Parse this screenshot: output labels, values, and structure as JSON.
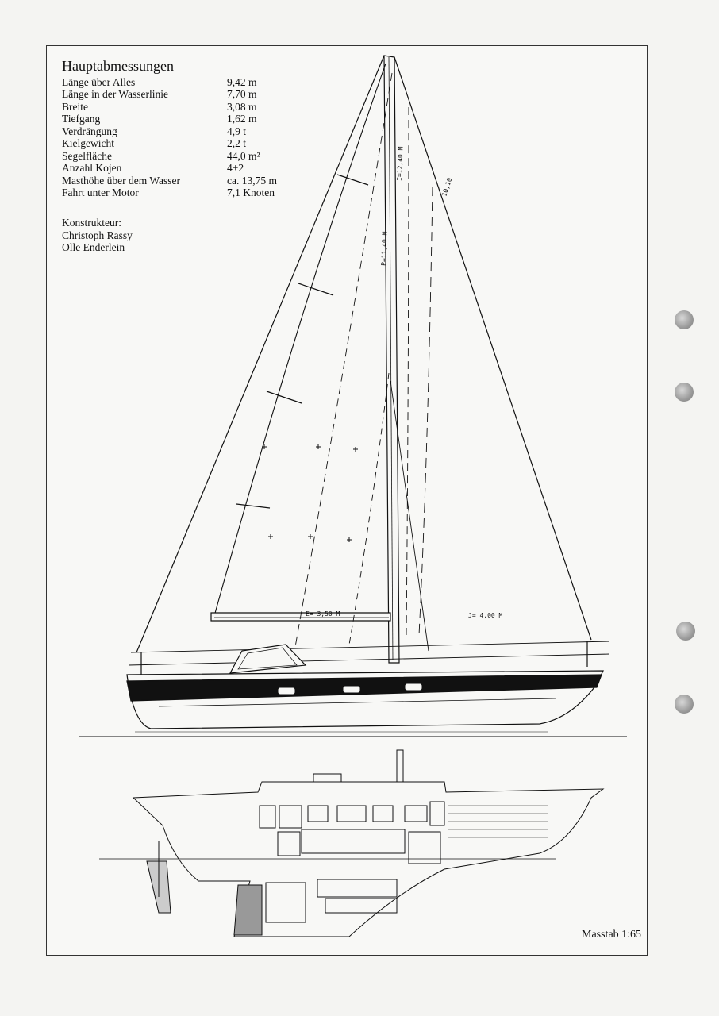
{
  "specs": {
    "title": "Hauptabmessungen",
    "rows": [
      {
        "label": "Länge über Alles",
        "value": "9,42 m"
      },
      {
        "label": "Länge in der Wasserlinie",
        "value": "7,70 m"
      },
      {
        "label": "Breite",
        "value": "3,08 m"
      },
      {
        "label": "Tiefgang",
        "value": "1,62 m"
      },
      {
        "label": "Verdrängung",
        "value": "4,9 t"
      },
      {
        "label": "Kielgewicht",
        "value": "2,2 t"
      },
      {
        "label": "Segelfläche",
        "value": "44,0 m²"
      },
      {
        "label": "Anzahl Kojen",
        "value": "4+2"
      },
      {
        "label": "Masthöhe über dem Wasser",
        "value": "ca. 13,75 m"
      },
      {
        "label": "Fahrt unter Motor",
        "value": "7,1 Knoten"
      }
    ]
  },
  "designer": {
    "heading": "Konstrukteur:",
    "names": [
      "Christoph Rassy",
      "Olle Enderlein"
    ]
  },
  "scale": "Masstab 1:65",
  "drawing_labels": {
    "e": "E= 3,50 M",
    "j": "J= 4,00 M",
    "p": "P=11,40 M",
    "i": "I=12,40 M",
    "forestay": "10,10"
  }
}
